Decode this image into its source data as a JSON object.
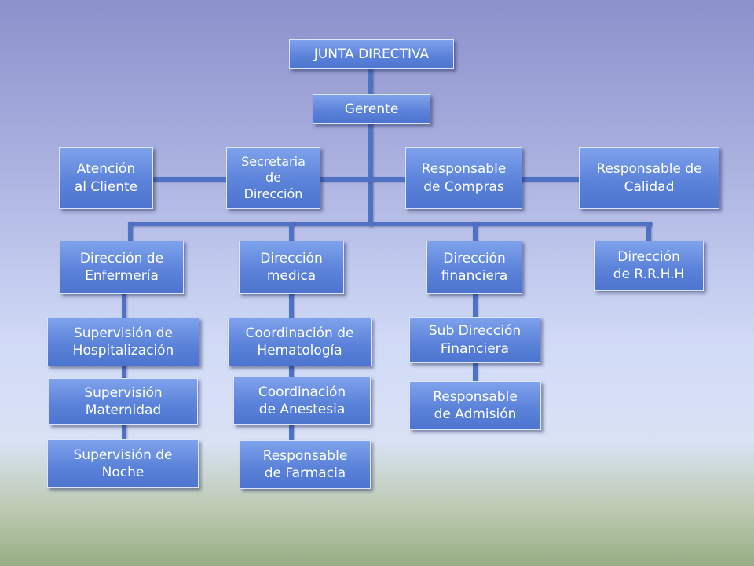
{
  "org_chart": {
    "board": "JUNTA DIRECTIVA",
    "manager": "Gerente",
    "staff": {
      "customer_service": "Atención\nal Cliente",
      "secretary": "Secretaria\nde\nDirección",
      "purchasing": "Responsable\nde Compras",
      "quality": "Responsable de\nCalidad"
    },
    "departments": {
      "nursing": {
        "title": "Dirección de\nEnfermería",
        "units": [
          "Supervisión de\nHospitalización",
          "Supervisión\nMaternidad",
          "Supervisión de\nNoche"
        ]
      },
      "medical": {
        "title": "Dirección\nmedica",
        "units": [
          "Coordinación de\nHematología",
          "Coordinación\nde Anestesia",
          "Responsable\nde Farmacia"
        ]
      },
      "financial": {
        "title": "Dirección\nfinanciera",
        "units": [
          "Sub Dirección\nFinanciera",
          "Responsable\nde Admisión"
        ]
      },
      "hr": {
        "title": "Dirección\nde R.R.H.H"
      }
    }
  }
}
